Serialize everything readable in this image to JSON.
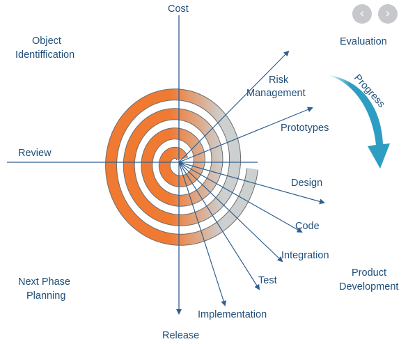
{
  "nav": {
    "prev_glyph": "‹",
    "next_glyph": "›"
  },
  "labels": {
    "cost": "Cost",
    "review": "Review",
    "release": "Release",
    "object_identification_1": "Object",
    "object_identification_2": "Identiffication",
    "evaluation": "Evaluation",
    "next_phase_1": "Next Phase",
    "next_phase_2": "Planning",
    "product_dev_1": "Product",
    "product_dev_2": "Development",
    "risk_1": "Risk",
    "risk_2": "Management",
    "prototypes": "Prototypes",
    "design": "Design",
    "code": "Code",
    "integration": "Integration",
    "test": "Test",
    "implementation": "Implementation",
    "progress": "Progress"
  },
  "colors": {
    "text": "#1f4e79",
    "axis": "#2f5f8f",
    "spiral_orange": "#f07a32",
    "spiral_grey": "#cdd0d1",
    "spiral_outline": "#6d6d6d",
    "progress_arrow": "#2e9dc2",
    "nav_button": "#c6c8cc"
  }
}
